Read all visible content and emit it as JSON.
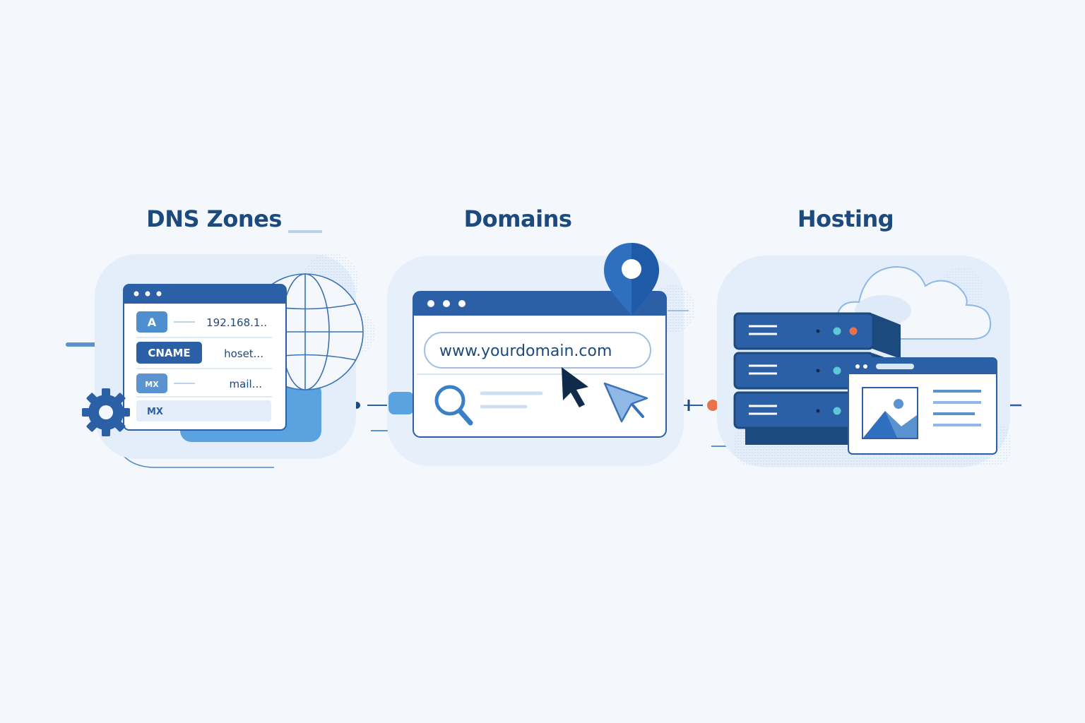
{
  "sections": {
    "dns": {
      "title": "DNS Zones",
      "records": [
        {
          "type": "A",
          "value": "192.168.1.."
        },
        {
          "type": "CNAME",
          "value": "hoset..."
        },
        {
          "type": "MX",
          "value": "mail..."
        },
        {
          "type": "MX",
          "value": ""
        }
      ]
    },
    "domains": {
      "title": "Domains",
      "address": "www.yourdomain.com"
    },
    "hosting": {
      "title": "Hosting"
    }
  },
  "colors": {
    "primary": "#2b5fa6",
    "dark": "#1d4a7e",
    "light": "#d9e8f7",
    "accent": "#e8734a",
    "background": "#f4f8fc"
  },
  "icons": [
    "gear-icon",
    "globe-icon",
    "location-pin-icon",
    "search-icon",
    "cursor-icon",
    "cloud-icon",
    "server-rack-icon",
    "image-icon"
  ]
}
